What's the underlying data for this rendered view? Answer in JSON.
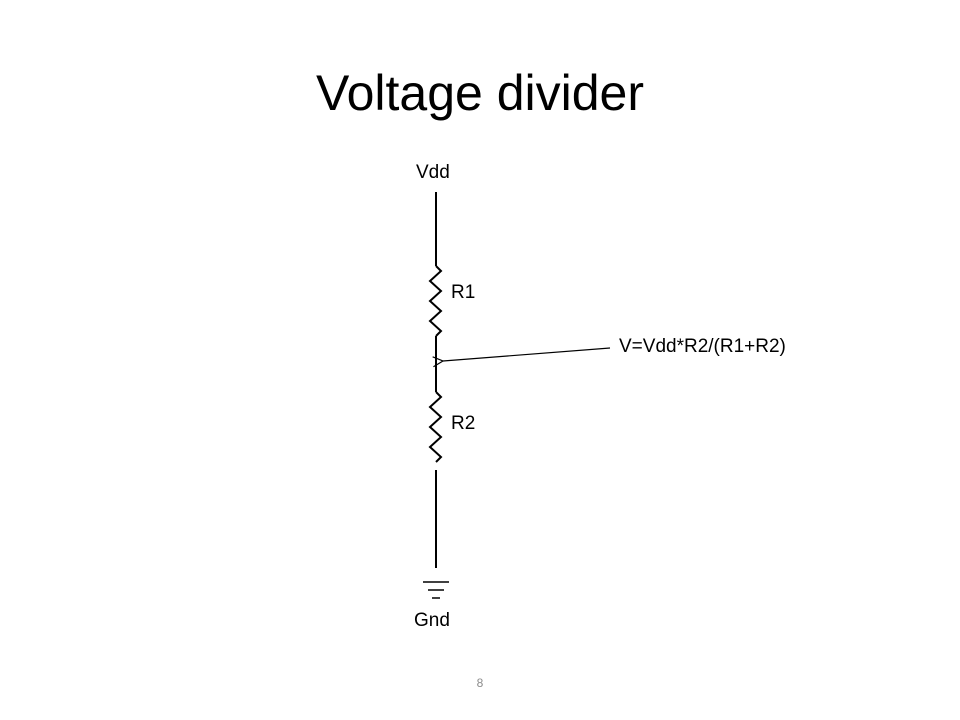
{
  "slide": {
    "title": "Voltage divider",
    "page_number": "8"
  },
  "circuit": {
    "supply_label": "Vdd",
    "resistor_1_label": "R1",
    "resistor_2_label": "R2",
    "output_formula": "V=Vdd*R2/(R1+R2)",
    "ground_label": "Gnd"
  },
  "colors": {
    "line": "#000000",
    "text": "#000000",
    "page_number": "#8c8c8c",
    "background": "#ffffff"
  }
}
